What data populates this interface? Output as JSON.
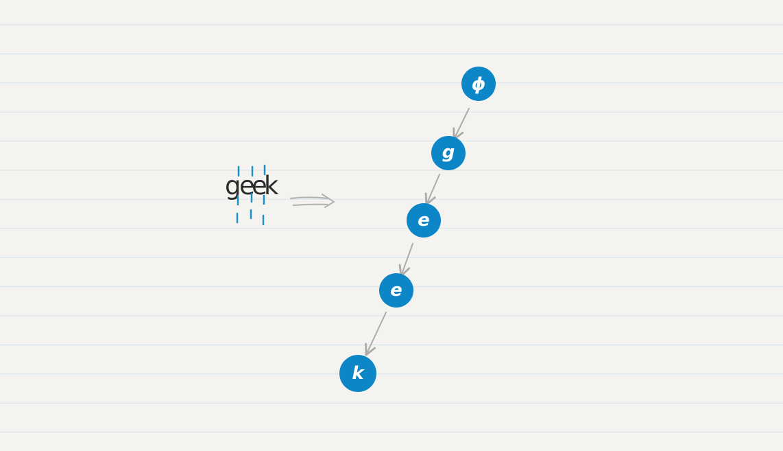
{
  "word": {
    "text": "geek",
    "letters": [
      "g",
      "e",
      "e",
      "k"
    ]
  },
  "trie": {
    "root_label": "ϕ",
    "nodes": [
      "g",
      "e",
      "e",
      "k"
    ]
  },
  "colors": {
    "background": "#f4f3ef",
    "ruled_line": "#d7e6ee",
    "node_fill": "#0c86c6",
    "node_text": "#ffffff",
    "arrow": "#ababab",
    "split_mark": "#1d8fc8",
    "word_text": "#2b2b2b"
  }
}
